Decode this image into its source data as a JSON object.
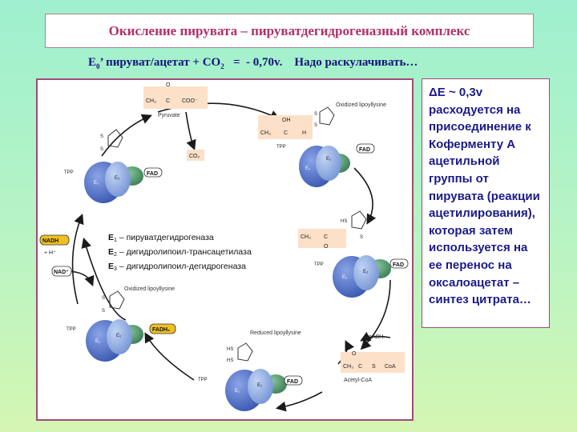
{
  "title": "Окисление пирувата – пируватдегидрогеназный комплекс",
  "formula": {
    "e0_sym": "E",
    "e0_sub": "0",
    "part1": "’ пируват/ацетат + CO",
    "co2_sub": "2",
    "part2": "   =  - 0,70v.    Надо раскулачивать…"
  },
  "explanation": "ΔE ~ 0,3v расходуется на присоединение к Коферменту А ацетильной группы от пирувата (реакции ацетилирования), которая затем используется на ее перенос на оксалоацетат – синтез цитрата…",
  "enzymes": {
    "e1_sym": "E",
    "e1_sub": "1",
    "e1_name": " – пируватдегидрогеназа",
    "e2_sym": "E",
    "e2_sub": "2",
    "e2_name": " – дигидролипоил-трансацетилаза",
    "e3_sym": "E",
    "e3_sub": "3",
    "e3_name": " – дигидролипоил-дегидрогеназа"
  },
  "diagram": {
    "pyruvate_label": "Pyruvate",
    "pyr_o": "O",
    "pyr_ch3": "CH₃",
    "pyr_c1": "C",
    "pyr_coo": "COO⁻",
    "co2": "CO₂",
    "oxidized_lipoyllysine_top": "Oxidized lipoyllysine",
    "oh": "OH",
    "ch3_2": "CH₃",
    "c_2": "C",
    "h_2": "H",
    "tpp": "TPP",
    "e1": "E₁",
    "e2": "E₂",
    "e3": "E₃",
    "fad": "FAD",
    "fadh2": "FADH₂",
    "hs": "HS",
    "s": "S",
    "ch3_3": "CH₃",
    "c_3": "C",
    "o_3": "O",
    "nadh": "NADH",
    "h_plus": "+ H⁺",
    "nad": "NAD⁺",
    "oxidized_lipoyllysine_left": "Oxidized lipoyllysine",
    "reduced_lipoyllysine": "Reduced lipoyllysine",
    "coash": "CoASH",
    "acetyl_coa": "Acetyl-CoA",
    "acc_o": "O",
    "acc_ch3": "CH₃",
    "acc_c": "C",
    "acc_s": "S",
    "acc_coa": "CoA"
  },
  "colors": {
    "title": "#b0306a",
    "formula": "#14147a",
    "side_text": "#1a1a8a",
    "frame": "#a04a78",
    "cycle_arrow": "#1a1a1a",
    "e1_fill": "#5a78c8",
    "e2_fill": "#8aa8e0",
    "e3_fill": "#5a9a70",
    "fad_fill": "#f0c020",
    "molecule_box": "#fce0c8"
  }
}
